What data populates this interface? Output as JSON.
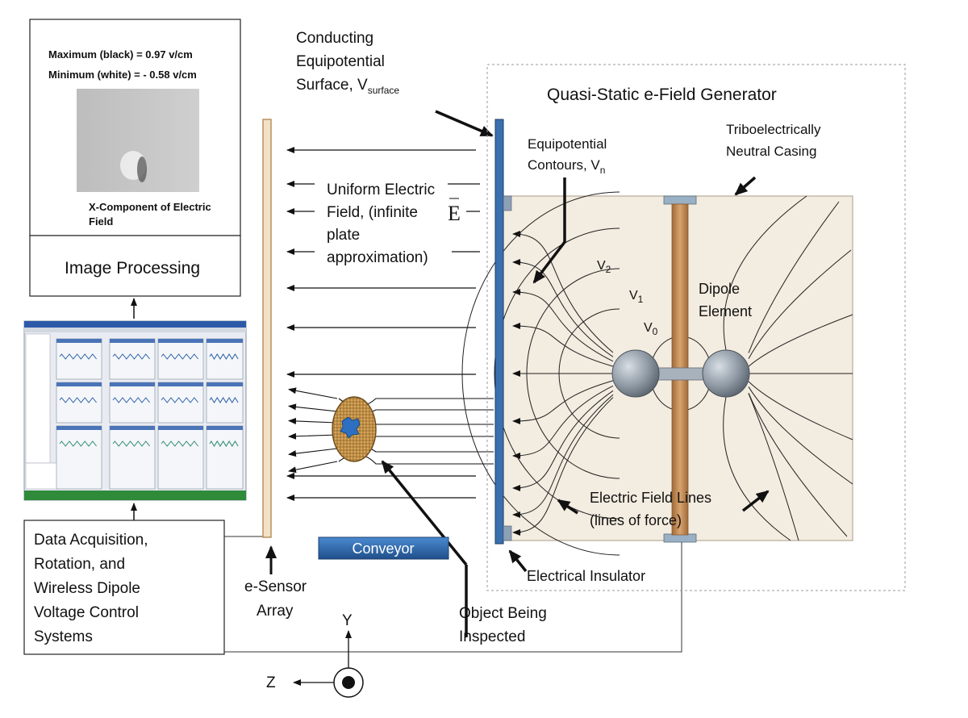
{
  "top_panel": {
    "max_label": "Maximum (black) =  0.97 v/cm",
    "min_label": "Minimum (white)  =  - 0.58 v/cm",
    "caption_line1": "X-Component of  Electric",
    "caption_line2": "Field"
  },
  "image_processing": "Image Processing",
  "conducting_surface": {
    "line1": "Conducting",
    "line2": "Equipotential",
    "line3": "Surface, V",
    "sub": "surface"
  },
  "generator_title": "Quasi-Static e-Field Generator",
  "casing": {
    "line1": "Triboelectrically",
    "line2": "Neutral Casing"
  },
  "equipotential": {
    "line1": "Equipotential",
    "line2": "Contours, V",
    "sub": "n"
  },
  "uniform_field": {
    "line1": "Uniform Electric",
    "line2": "Field, (infinite",
    "line3": "plate",
    "line4": "approximation)",
    "symbol": "E"
  },
  "contours": {
    "v2": "V",
    "v2_sub": "2",
    "v1": "V",
    "v1_sub": "1",
    "v0": "V",
    "v0_sub": "0"
  },
  "dipole": {
    "line1": "Dipole",
    "line2": "Element"
  },
  "field_lines": {
    "line1": "Electric Field Lines",
    "line2": "(lines of force)"
  },
  "conveyor": "Conveyor",
  "insulator": "Electrical Insulator",
  "data_acq": {
    "line1": "Data Acquisition,",
    "line2": "Rotation, and",
    "line3": "Wireless Dipole",
    "line4": "Voltage Control",
    "line5": "Systems"
  },
  "sensor": {
    "line1": "e-Sensor",
    "line2": "Array"
  },
  "object": {
    "line1": "Object Being",
    "line2": "Inspected"
  },
  "axes": {
    "y": "Y",
    "z": "Z"
  },
  "colors": {
    "plate": "#3a6fb0",
    "casing_bg": "#f3ece0",
    "rod": "#c08a55",
    "sphere": "#8d99a6",
    "conveyor": "#2f6db5",
    "sensor": "#f2e1c6",
    "object": "#d6a85a"
  }
}
